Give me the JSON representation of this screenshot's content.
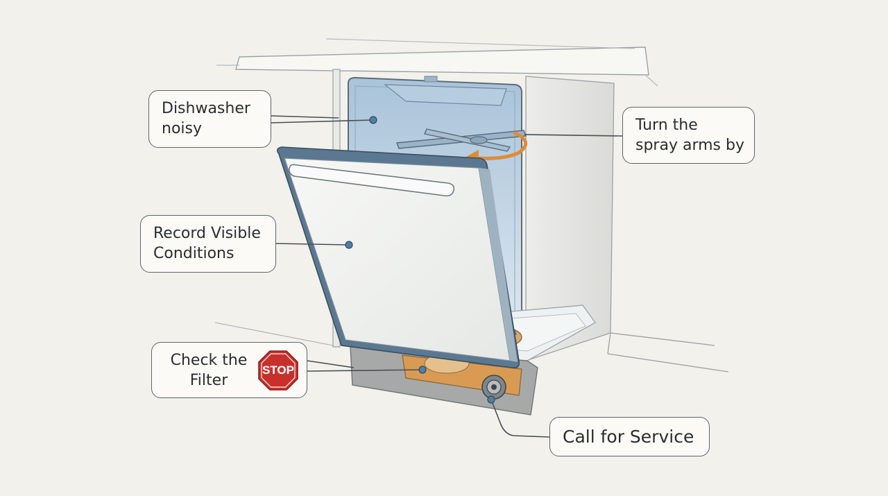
{
  "callouts": {
    "noisy": {
      "line1": "Dishwasher",
      "line2": "noisy"
    },
    "spray": {
      "line1": "Turn the",
      "line2": "spray arms by"
    },
    "record": {
      "line1": "Record Visible",
      "line2": "Conditions"
    },
    "filter": {
      "line1": "Check the",
      "line2": "Filter"
    },
    "service": {
      "label": "Call for Service"
    }
  },
  "stop_sign": {
    "label": "STOP",
    "color": "#c8302c"
  },
  "icons": {
    "stop": "stop-sign-icon",
    "rotate": "rotation-arrow-icon",
    "spray_arm": "spray-arm-icon",
    "filter": "filter-icon",
    "drain": "drain-hose-icon",
    "handle": "door-handle-icon"
  },
  "colors": {
    "background": "#f2f1ec",
    "tub": "#c9d9e8",
    "door": "#f4f5f3",
    "door_gasket": "#5a7891",
    "filter_orange": "#d99b54",
    "arrow_orange": "#dd8c3a",
    "leader_line": "#4a4f54",
    "marker_dot": "#4f7fa3"
  }
}
